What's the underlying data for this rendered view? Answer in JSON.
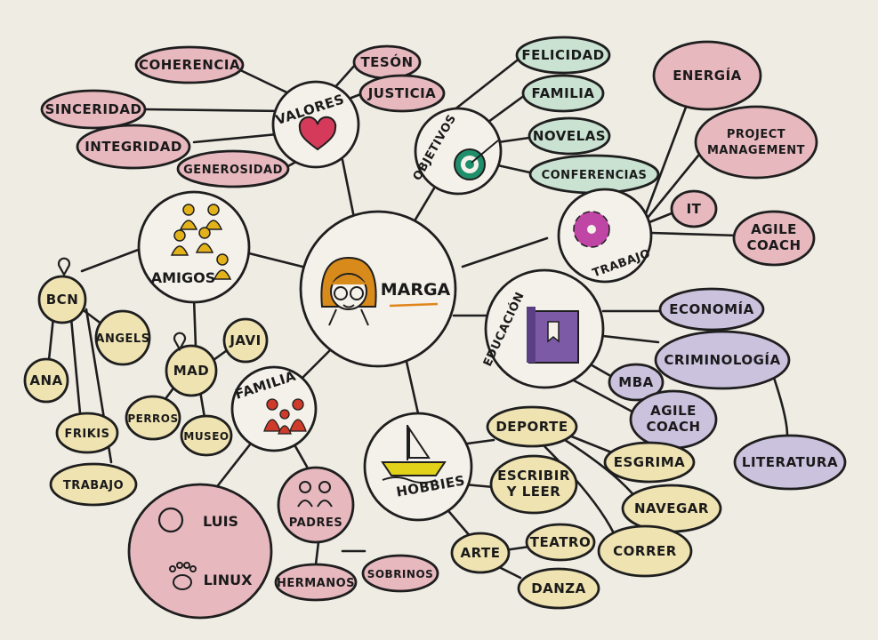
{
  "center": {
    "label": "MARGA"
  },
  "hubs": {
    "valores": "VALORES",
    "objetivos": "OBJETIVOS",
    "amigos": "AMIGOS",
    "trabajo": "TRABAJO",
    "educacion": "EDUCACIÓN",
    "familia": "FAMILIA",
    "hobbies": "HOBBIES"
  },
  "valores": [
    "COHERENCIA",
    "SINCERIDAD",
    "INTEGRIDAD",
    "GENEROSIDAD",
    "TESÓN",
    "JUSTICIA"
  ],
  "objetivos": [
    "FELICIDAD",
    "FAMILIA",
    "NOVELAS",
    "CONFERENCIAS"
  ],
  "trabajo": [
    "ENERGÍA",
    "PROJECT",
    "MANAGEMENT",
    "IT",
    "AGILE",
    "COACH"
  ],
  "educacion": [
    "ECONOMÍA",
    "CRIMINOLOGÍA",
    "LITERATURA",
    "MBA",
    "AGILE",
    "COACH"
  ],
  "amigos": {
    "bcn": "BCN",
    "ana": "ANA",
    "angels": "ANGELS",
    "frikis": "FRIKIS",
    "trabajo": "TRABAJO",
    "mad": "MAD",
    "javi": "JAVI",
    "perros": "PERROS",
    "museo": "MUSEO"
  },
  "familia": {
    "luis": "LUIS",
    "linux": "LINUX",
    "padres": "PADRES",
    "hermanos": "HERMANOS",
    "sobrinos": "SOBRINOS"
  },
  "hobbies": {
    "deporte": "DEPORTE",
    "esgrima": "ESGRIMA",
    "navegar": "NAVEGAR",
    "correr": "CORRER",
    "escribir1": "ESCRIBIR",
    "escribir2": "Y LEER",
    "arte": "ARTE",
    "teatro": "TEATRO",
    "danza": "DANZA"
  },
  "colors": {
    "paper": "#efece4",
    "red": "#e7b9bf",
    "green": "#c9e2d1",
    "purple": "#cbc2de",
    "yellow": "#efe3b2",
    "heart": "#d63a5a",
    "target": "#1f8f6b",
    "gear": "#c046a6",
    "book": "#7c5aa6",
    "people": "#e3b21a",
    "family": "#cf3b2a",
    "hair": "#d88a1a"
  }
}
